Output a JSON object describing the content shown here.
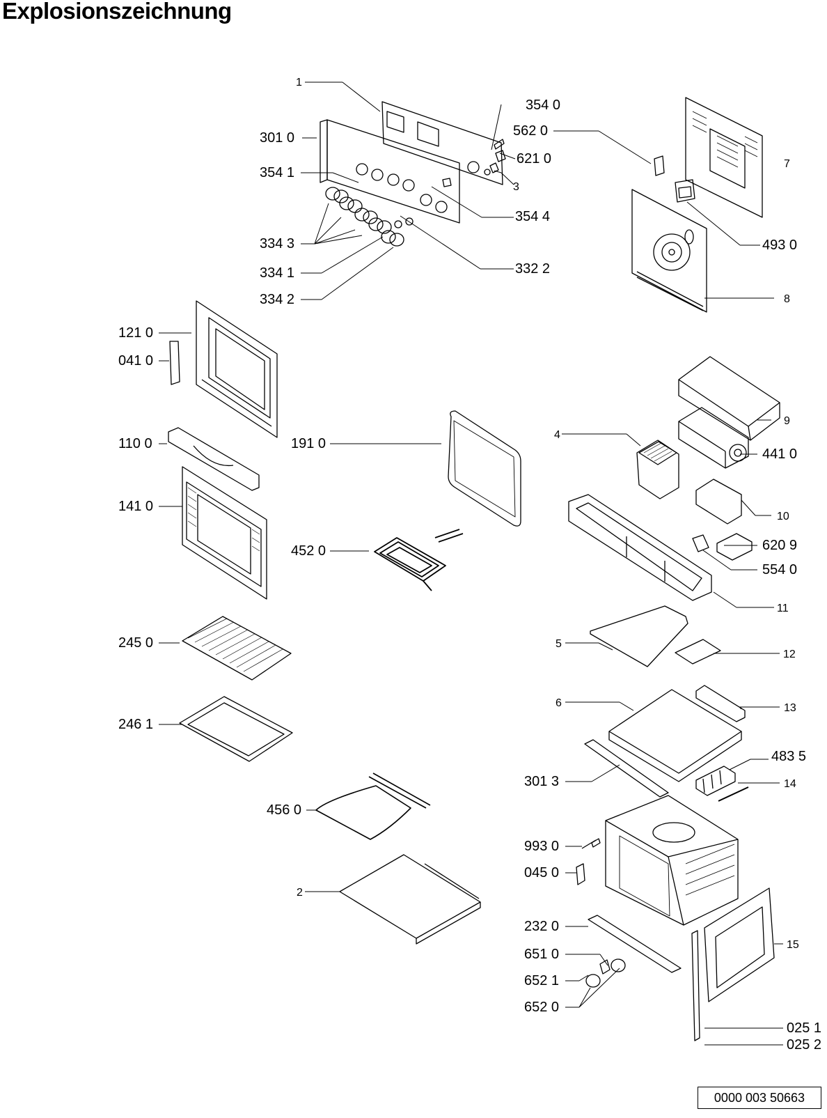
{
  "title": "Explosionszeichnung",
  "doc_number": "0000 003 50663",
  "labels": [
    {
      "id": "l1",
      "text": "1"
    },
    {
      "id": "l3540",
      "text": "354 0"
    },
    {
      "id": "l5620",
      "text": "562 0"
    },
    {
      "id": "l3010",
      "text": "301 0"
    },
    {
      "id": "l6210",
      "text": "621 0"
    },
    {
      "id": "l3541",
      "text": "354 1"
    },
    {
      "id": "l3",
      "text": "3"
    },
    {
      "id": "l3544",
      "text": "354 4"
    },
    {
      "id": "l3343",
      "text": "334 3"
    },
    {
      "id": "l3341",
      "text": "334 1"
    },
    {
      "id": "l3322",
      "text": "332 2"
    },
    {
      "id": "l3342",
      "text": "334 2"
    },
    {
      "id": "l7",
      "text": "7"
    },
    {
      "id": "l4930",
      "text": "493 0"
    },
    {
      "id": "l8",
      "text": "8"
    },
    {
      "id": "l1210",
      "text": "121 0"
    },
    {
      "id": "l0410",
      "text": "041 0"
    },
    {
      "id": "l9",
      "text": "9"
    },
    {
      "id": "l1100",
      "text": "110 0"
    },
    {
      "id": "l1910",
      "text": "191 0"
    },
    {
      "id": "l4",
      "text": "4"
    },
    {
      "id": "l4410",
      "text": "441 0"
    },
    {
      "id": "l1410",
      "text": "141 0"
    },
    {
      "id": "l10",
      "text": "10"
    },
    {
      "id": "l4520",
      "text": "452 0"
    },
    {
      "id": "l6209",
      "text": "620 9"
    },
    {
      "id": "l5540",
      "text": "554 0"
    },
    {
      "id": "l11",
      "text": "11"
    },
    {
      "id": "l2450",
      "text": "245 0"
    },
    {
      "id": "l5",
      "text": "5"
    },
    {
      "id": "l12",
      "text": "12"
    },
    {
      "id": "l2461",
      "text": "246 1"
    },
    {
      "id": "l6",
      "text": "6"
    },
    {
      "id": "l13",
      "text": "13"
    },
    {
      "id": "l4835",
      "text": "483 5"
    },
    {
      "id": "l3013",
      "text": "301 3"
    },
    {
      "id": "l14",
      "text": "14"
    },
    {
      "id": "l4560",
      "text": "456 0"
    },
    {
      "id": "l9930",
      "text": "993 0"
    },
    {
      "id": "l0450",
      "text": "045 0"
    },
    {
      "id": "l2",
      "text": "2"
    },
    {
      "id": "l2320",
      "text": "232 0"
    },
    {
      "id": "l15",
      "text": "15"
    },
    {
      "id": "l6510",
      "text": "651 0"
    },
    {
      "id": "l6521",
      "text": "652 1"
    },
    {
      "id": "l6520",
      "text": "652 0"
    },
    {
      "id": "l0251",
      "text": "025 1"
    },
    {
      "id": "l0252",
      "text": "025 2"
    }
  ]
}
